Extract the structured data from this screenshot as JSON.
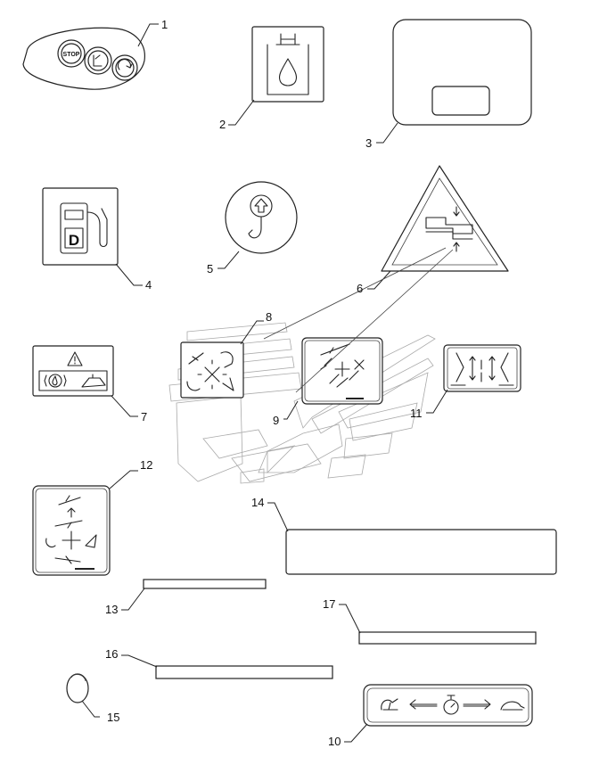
{
  "callouts": {
    "c1": "1",
    "c2": "2",
    "c3": "3",
    "c4": "4",
    "c5": "5",
    "c6": "6",
    "c7": "7",
    "c8": "8",
    "c9": "9",
    "c10": "10",
    "c11": "11",
    "c12": "12",
    "c13": "13",
    "c14": "14",
    "c15": "15",
    "c16": "16",
    "c17": "17"
  },
  "decal1": {
    "stop_text": "STOP"
  },
  "decal4": {
    "fuel_letter": "D"
  }
}
